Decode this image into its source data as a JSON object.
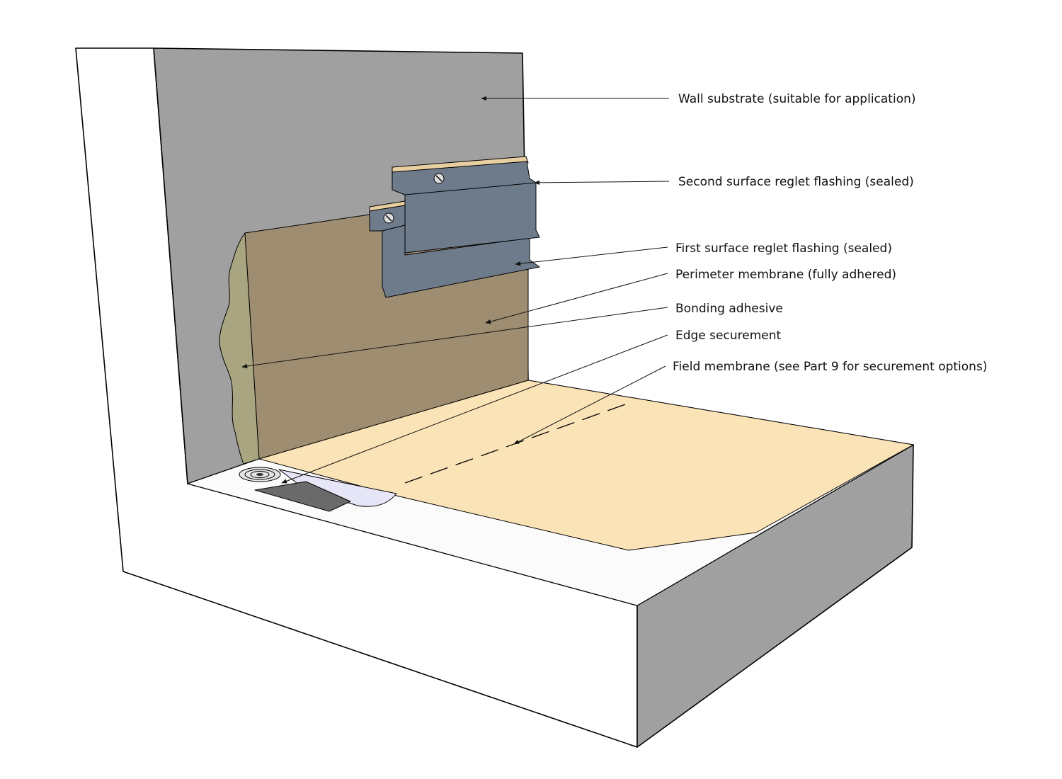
{
  "colors": {
    "wall_substrate": "#a0a0a0",
    "block_face": "#ffffff",
    "block_side": "#a0a0a0",
    "field_membrane": "#fbe3b8",
    "perimeter_membrane": "#9e8d70",
    "bonding_adhesive": "#a9a581",
    "reglet_flashing": "#6e7b8b",
    "reglet_sealant": "#e8cfa2",
    "edge_securement_strip": "#6a6a6a",
    "exposed_sheet": "#e6e6f8"
  },
  "callouts": [
    {
      "id": "wall-substrate",
      "label": "Wall substrate (suitable for application)"
    },
    {
      "id": "second-reglet",
      "label": "Second surface reglet flashing (sealed)"
    },
    {
      "id": "first-reglet",
      "label": "First surface reglet flashing (sealed)"
    },
    {
      "id": "perimeter-membrane",
      "label": "Perimeter membrane (fully adhered)"
    },
    {
      "id": "bonding-adhesive",
      "label": "Bonding adhesive"
    },
    {
      "id": "edge-securement",
      "label": "Edge securement"
    },
    {
      "id": "field-membrane",
      "label": "Field membrane (see Part 9 for securement options)"
    }
  ]
}
